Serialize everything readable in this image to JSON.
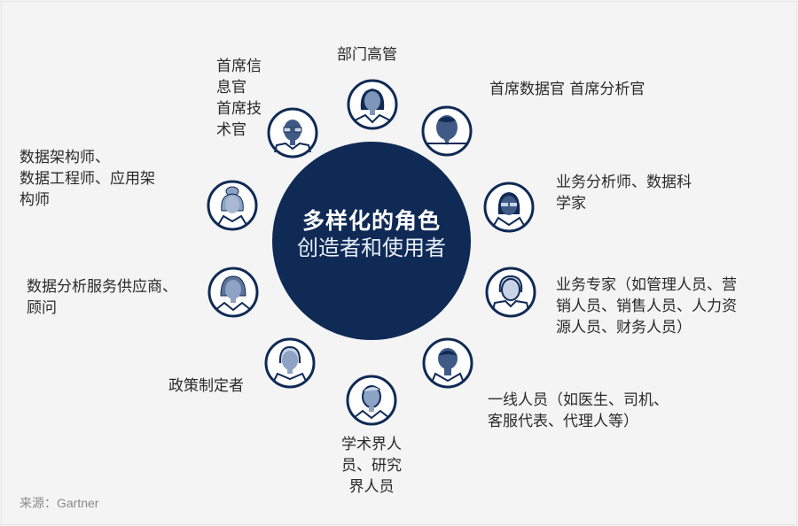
{
  "hub": {
    "title": "多样化的角色",
    "subtitle": "创造者和使用者"
  },
  "roles": [
    {
      "id": "dept-exec",
      "label": "部门高管",
      "icon": "woman-long-hair-icon"
    },
    {
      "id": "cdo-cao",
      "label": "首席数据官 首席分析官",
      "icon": "person-heart-hair-icon"
    },
    {
      "id": "cio-cto",
      "label_lines": [
        "首席信",
        "息官",
        "首席技",
        "术官"
      ],
      "icon": "man-glasses-icon"
    },
    {
      "id": "ba-ds",
      "label_lines": [
        "业务分析师、数据科",
        "学家"
      ],
      "icon": "woman-glasses-icon"
    },
    {
      "id": "architect",
      "label_lines": [
        "数据架构师、",
        "数据工程师、应用架",
        "构师"
      ],
      "icon": "woman-bun-icon"
    },
    {
      "id": "consultant",
      "label_lines": [
        "数据分析服务供应商、",
        "顾问"
      ],
      "icon": "woman-bob-icon"
    },
    {
      "id": "biz-expert",
      "label_lines": [
        "业务专家（如管理人员、营",
        "销人员、销售人员、人力资",
        "源人员、财务人员）"
      ],
      "icon": "man-curly-hair-icon"
    },
    {
      "id": "policy",
      "label": "政策制定者",
      "icon": "woman-short-hair-icon"
    },
    {
      "id": "frontline",
      "label_lines": [
        "一线人员（如医生、司机、",
        "客服代表、代理人等）"
      ],
      "icon": "man-dark-hair-icon"
    },
    {
      "id": "academic",
      "label_lines": [
        "学术界人",
        "员、研究",
        "界人员"
      ],
      "icon": "man-side-part-icon"
    }
  ],
  "source": "来源：Gartner",
  "colors": {
    "navy": "#0f2a55",
    "icon_fill": "#8ea3c4",
    "background": "#f4f4f4"
  }
}
